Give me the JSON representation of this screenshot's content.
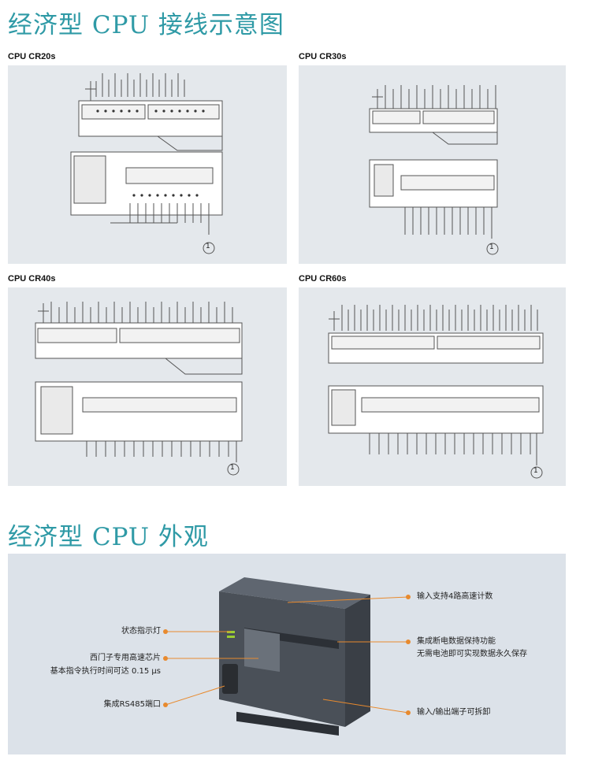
{
  "wiring": {
    "title": "经济型 CPU 接线示意图",
    "panels": [
      {
        "name": "CPU CR20s",
        "ref": "1"
      },
      {
        "name": "CPU CR30s",
        "ref": "1"
      },
      {
        "name": "CPU CR40s",
        "ref": "1"
      },
      {
        "name": "CPU CR60s",
        "ref": "1"
      }
    ]
  },
  "appearance": {
    "title": "经济型 CPU 外观",
    "callouts": {
      "status_led": "状态指示灯",
      "chip_line1": "西门子专用高速芯片",
      "chip_line2": "基本指令执行时间可达 0.15 μs",
      "port": "集成RS485端口",
      "input_counter": "输入支持4路高速计数",
      "retain_line1": "集成断电数据保持功能",
      "retain_line2": "无需电池即可实现数据永久保存",
      "terminals": "输入/输出端子可拆卸"
    }
  },
  "colors": {
    "accent": "#2f9aa6",
    "callout_dot": "#e88a2e",
    "panel_bg": "#e4e8ec"
  }
}
